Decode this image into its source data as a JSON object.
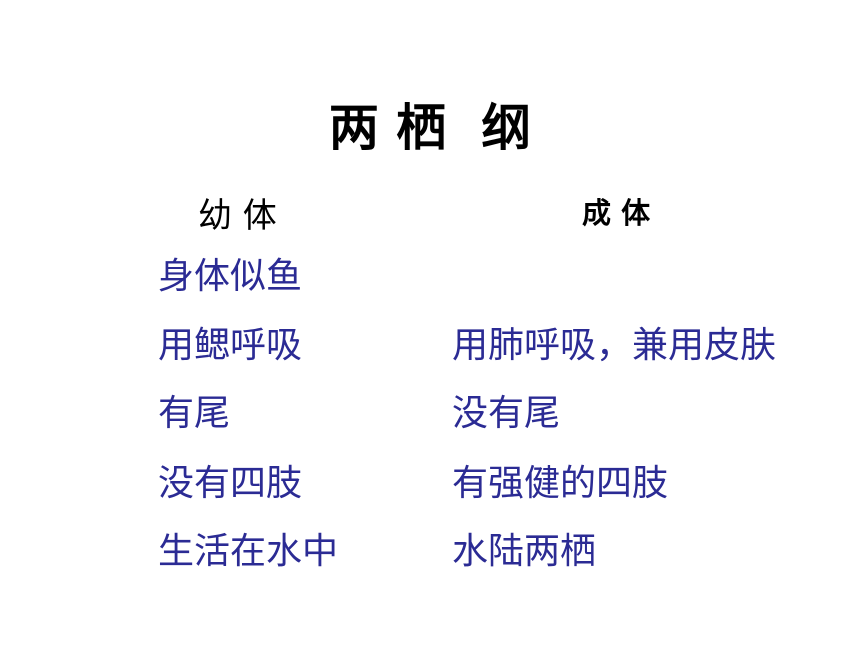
{
  "slide": {
    "title": "两 栖  纲",
    "headers": {
      "juvenile": "幼 体",
      "adult": "成 体"
    },
    "rows": [
      {
        "juvenile": "身体似鱼",
        "adult": ""
      },
      {
        "juvenile": "用鳃呼吸",
        "adult": "用肺呼吸，兼用皮肤"
      },
      {
        "juvenile": "有尾",
        "adult": "没有尾"
      },
      {
        "juvenile": "没有四肢",
        "adult": "有强健的四肢"
      },
      {
        "juvenile": "生活在水中",
        "adult": "水陆两栖"
      }
    ]
  },
  "colors": {
    "text_primary": "#000000",
    "text_accent": "#2b2b94",
    "background": "#ffffff"
  }
}
